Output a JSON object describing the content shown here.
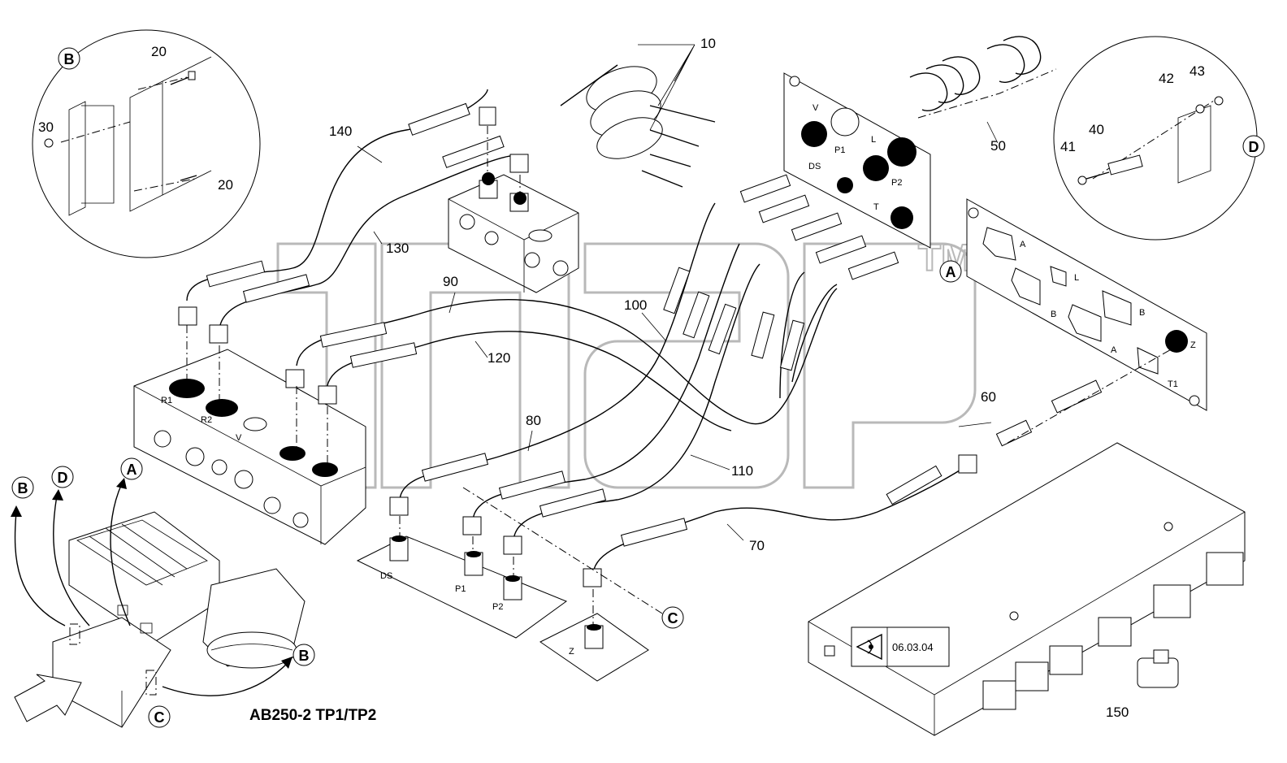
{
  "title": "AB250-2 TP1/TP2",
  "reference_box": {
    "icon": "eye-icon",
    "text": "06.03.04"
  },
  "callouts": {
    "c10": "10",
    "c20a": "20",
    "c20b": "20",
    "c30": "30",
    "c40": "40",
    "c41": "41",
    "c42": "42",
    "c43": "43",
    "c50": "50",
    "c60": "60",
    "c70": "70",
    "c80": "80",
    "c90": "90",
    "c100": "100",
    "c110": "110",
    "c120": "120",
    "c130": "130",
    "c140": "140",
    "c150": "150"
  },
  "detail_markers": {
    "B_detail": "B",
    "D_detail": "D",
    "A_detail": "A",
    "C_detail": "C",
    "B_arrow1": "B",
    "D_arrow": "D",
    "A_arrow": "A",
    "B_arrow2": "B",
    "C_arrow": "C"
  },
  "port_labels": {
    "R1": "R1",
    "R2": "R2",
    "V": "V",
    "DS": "DS",
    "P1": "P1",
    "P2": "P2",
    "Z": "Z",
    "plate_V": "V",
    "plate_P1": "P1",
    "plate_L": "L",
    "plate_DS": "DS",
    "plate_P2": "P2",
    "plate_T": "T",
    "panel_A1": "A",
    "panel_L": "L",
    "panel_B1": "B",
    "panel_B2": "B",
    "panel_A2": "A",
    "panel_Z": "Z",
    "panel_T1": "T1"
  },
  "watermark": "TM"
}
